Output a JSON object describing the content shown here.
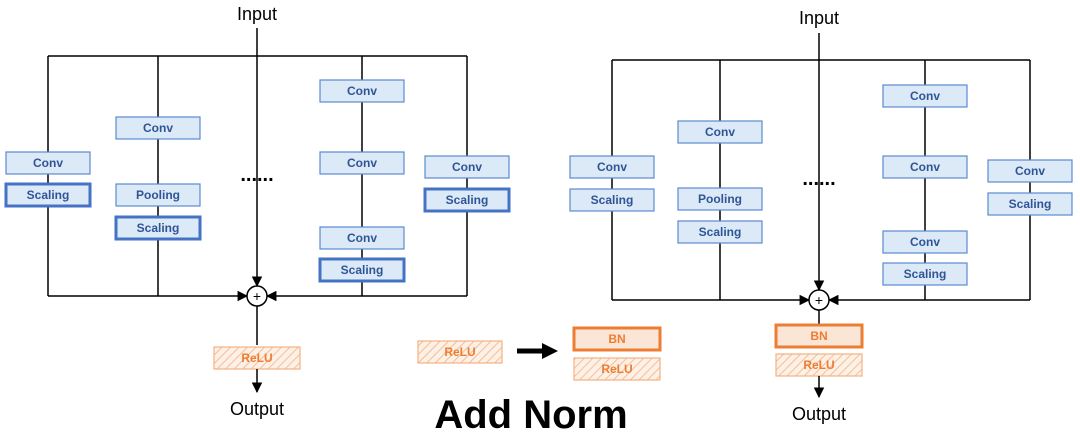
{
  "title": "Add Norm",
  "colors": {
    "box_fill": "#dce9f7",
    "box_stroke": "#4472c4",
    "box_text": "#2f5597",
    "orange_fill": "#fbe5d6",
    "orange_stroke": "#ed7d31",
    "orange_text": "#ed7d31",
    "line": "#000000"
  },
  "left_diagram": {
    "input_label": "Input",
    "output_label": "Output",
    "dots": "......",
    "sum_symbol": "+",
    "boxes": {
      "b1_conv": "Conv",
      "b1_scaling": "Scaling",
      "b2_conv": "Conv",
      "b2_pooling": "Pooling",
      "b2_scaling": "Scaling",
      "b4_conv1": "Conv",
      "b4_conv2": "Conv",
      "b4_conv3": "Conv",
      "b4_scaling": "Scaling",
      "b5_conv": "Conv",
      "b5_scaling": "Scaling"
    },
    "relu": "ReLU"
  },
  "transition": {
    "from_relu": "ReLU",
    "to_bn": "BN",
    "to_relu": "ReLU"
  },
  "right_diagram": {
    "input_label": "Input",
    "output_label": "Output",
    "dots": "......",
    "sum_symbol": "+",
    "boxes": {
      "b1_conv": "Conv",
      "b1_scaling": "Scaling",
      "b2_conv": "Conv",
      "b2_pooling": "Pooling",
      "b2_scaling": "Scaling",
      "b4_conv1": "Conv",
      "b4_conv2": "Conv",
      "b4_conv3": "Conv",
      "b4_scaling": "Scaling",
      "b5_conv": "Conv",
      "b5_scaling": "Scaling"
    },
    "bn": "BN",
    "relu": "ReLU"
  }
}
